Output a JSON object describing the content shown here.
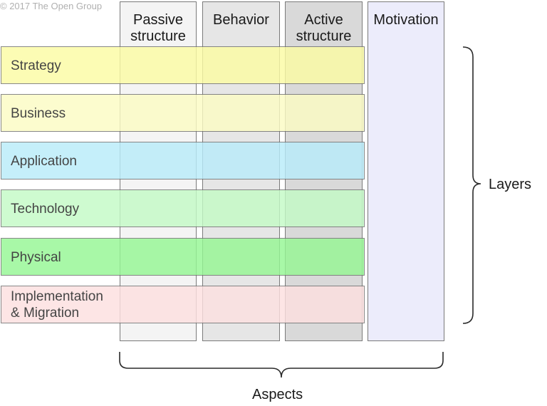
{
  "copyright": "© 2017 The Open Group",
  "aspects": [
    {
      "line1": "Passive",
      "line2": "structure",
      "fill": "#f4f4f4"
    },
    {
      "line1": "Behavior",
      "line2": "",
      "fill": "#e6e6e6"
    },
    {
      "line1": "Active",
      "line2": "structure",
      "fill": "#d9d9d9"
    },
    {
      "line1": "Motivation",
      "line2": "",
      "fill": "#ececfb"
    }
  ],
  "layers": [
    {
      "line1": "Strategy",
      "line2": "",
      "fill": "#fcfca4"
    },
    {
      "line1": "Business",
      "line2": "",
      "fill": "#fcfcc4"
    },
    {
      "line1": "Application",
      "line2": "",
      "fill": "#b9ecfa"
    },
    {
      "line1": "Technology",
      "line2": "",
      "fill": "#c4fbc6"
    },
    {
      "line1": "Physical",
      "line2": "",
      "fill": "#96f794"
    },
    {
      "line1": "Implementation",
      "line2": "& Migration",
      "fill": "#fde0e0"
    }
  ],
  "labels": {
    "layers": "Layers",
    "aspects": "Aspects"
  }
}
